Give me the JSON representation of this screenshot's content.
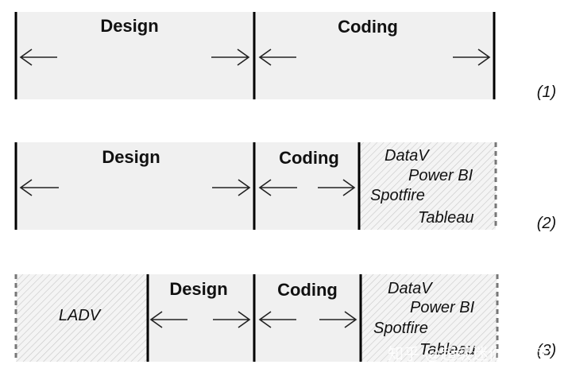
{
  "colors": {
    "panel": "#f0f0f0",
    "hatch": "#c8c8c8",
    "text": "#111111",
    "bar": "#000000",
    "dashed_bar": "#777777"
  },
  "row1": {
    "design": "Design",
    "coding": "Coding",
    "label": "(1)"
  },
  "row2": {
    "design": "Design",
    "coding": "Coding",
    "tools": [
      "DataV",
      "Power BI",
      "Spotfire",
      "Tableau"
    ],
    "label": "(2)"
  },
  "row3": {
    "ladv": "LADV",
    "design": "Design",
    "coding": "Coding",
    "tools": [
      "DataV",
      "Power BI",
      "Spotfire",
      "Tableau"
    ],
    "label": "(3)"
  },
  "watermark": "知乎 @超级迷你宇宝宝"
}
